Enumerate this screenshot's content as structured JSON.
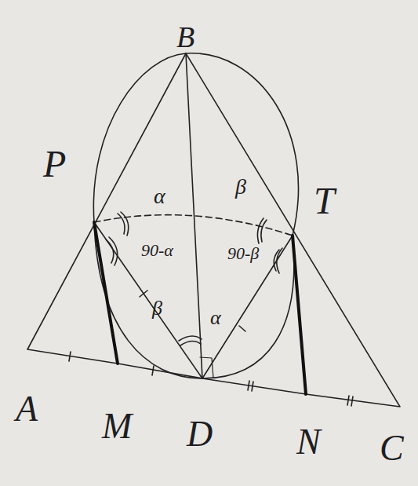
{
  "diagram": {
    "labels": [
      "B",
      "P",
      "T",
      "α",
      "β",
      "90-α",
      "90-β",
      "β",
      "α",
      "A",
      "M",
      "D",
      "N",
      "C"
    ]
  }
}
